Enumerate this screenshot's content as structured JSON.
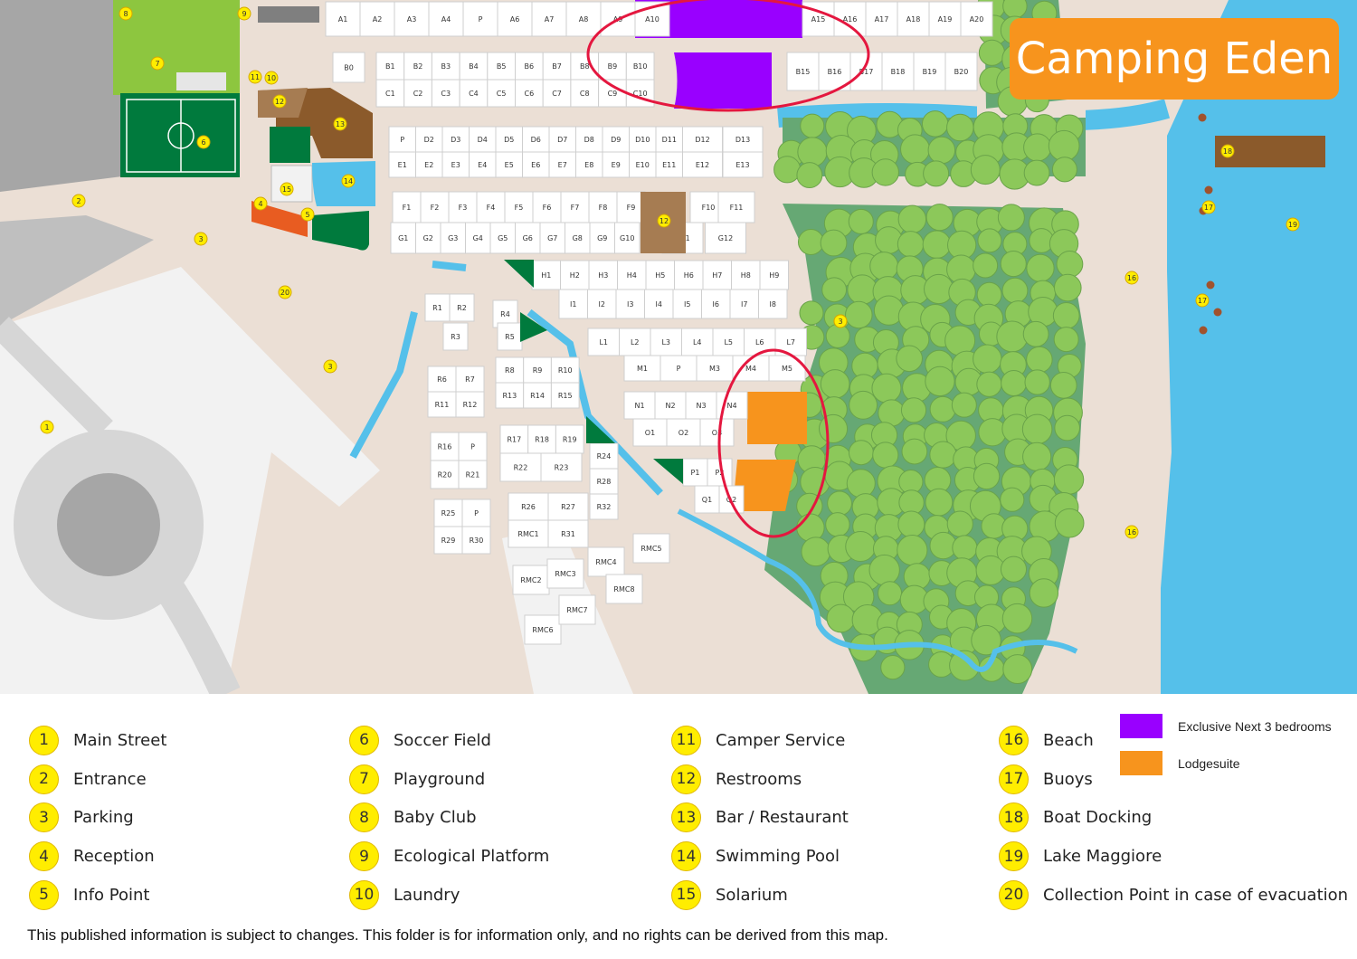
{
  "title": "Camping Eden",
  "colors": {
    "exclusive_next": "#9900ff",
    "lodgesuite": "#f7941d",
    "marker_yellow": "#ffed00",
    "lake": "#55c0ea",
    "forest": "#66a874",
    "tree": "#8cc85a",
    "ground": "#ebdfd5",
    "road": "#d6d6d6",
    "highlight_ring": "#e4173f"
  },
  "pitch_rows": [
    [
      "A1",
      "A2",
      "A3",
      "A4",
      "P",
      "A6",
      "A7",
      "A8",
      "A9",
      "A10"
    ],
    [
      "A15",
      "A16",
      "A17",
      "A18",
      "A19",
      "A20"
    ],
    [
      "B0"
    ],
    [
      "B1",
      "B2",
      "B3",
      "B4",
      "B5",
      "B6",
      "B7",
      "B8",
      "B9",
      "B10"
    ],
    [
      "C1",
      "C2",
      "C3",
      "C4",
      "C5",
      "C6",
      "C7",
      "C8",
      "C9",
      "C10"
    ],
    [
      "B15",
      "B16",
      "B17",
      "B18",
      "B19",
      "B20"
    ],
    [
      "P",
      "D2",
      "D3",
      "D4",
      "D5",
      "D6",
      "D7",
      "D8",
      "D9",
      "D10",
      "D11",
      "D12",
      "D13"
    ],
    [
      "E1",
      "E2",
      "E3",
      "E4",
      "E5",
      "E6",
      "E7",
      "E8",
      "E9",
      "E10",
      "E11",
      "E12",
      "E13"
    ],
    [
      "F1",
      "F2",
      "F3",
      "F4",
      "F5",
      "F6",
      "F7",
      "F8",
      "F9",
      "F10",
      "F11"
    ],
    [
      "G1",
      "G2",
      "G3",
      "G4",
      "G5",
      "G6",
      "G7",
      "G8",
      "G9",
      "G10",
      "G11",
      "G12"
    ],
    [
      "H1",
      "H2",
      "H3",
      "H4",
      "H5",
      "H6",
      "H7",
      "H8",
      "H9"
    ],
    [
      "I1",
      "I2",
      "I3",
      "I4",
      "I5",
      "I6",
      "I7",
      "I8"
    ],
    [
      "L1",
      "L2",
      "L3",
      "L4",
      "L5",
      "L6",
      "L7"
    ],
    [
      "M1",
      "P",
      "M3",
      "M4",
      "M5"
    ],
    [
      "N1",
      "N2",
      "N3",
      "N4"
    ],
    [
      "O1",
      "O2",
      "O3"
    ],
    [
      "P1",
      "P2"
    ],
    [
      "Q1",
      "Q2"
    ],
    [
      "R1",
      "R2",
      "R3",
      "R4",
      "R5"
    ],
    [
      "R6",
      "R7",
      "R11",
      "R12"
    ],
    [
      "R8",
      "R9",
      "R10",
      "R13",
      "R14",
      "R15"
    ],
    [
      "R16",
      "P",
      "R20",
      "R21"
    ],
    [
      "R17",
      "R18",
      "R19",
      "R22",
      "R23"
    ],
    [
      "R24",
      "R28",
      "R32"
    ],
    [
      "R25",
      "P",
      "R29",
      "R30"
    ],
    [
      "R26",
      "R27",
      "RMC1",
      "R31"
    ],
    [
      "RMC2",
      "RMC3",
      "RMC4",
      "RMC5",
      "RMC6",
      "RMC7",
      "RMC8"
    ]
  ],
  "map_markers": [
    "1",
    "2",
    "3",
    "3",
    "3",
    "4",
    "5",
    "6",
    "7",
    "8",
    "9",
    "10",
    "11",
    "12",
    "12",
    "13",
    "14",
    "15",
    "16",
    "16",
    "17",
    "17",
    "18",
    "19",
    "20",
    "3"
  ],
  "legend": [
    {
      "number": "1",
      "label": "Main Street"
    },
    {
      "number": "2",
      "label": "Entrance"
    },
    {
      "number": "3",
      "label": "Parking"
    },
    {
      "number": "4",
      "label": "Reception"
    },
    {
      "number": "5",
      "label": "Info Point"
    },
    {
      "number": "6",
      "label": "Soccer Field"
    },
    {
      "number": "7",
      "label": "Playground"
    },
    {
      "number": "8",
      "label": "Baby Club"
    },
    {
      "number": "9",
      "label": "Ecological Platform"
    },
    {
      "number": "10",
      "label": "Laundry"
    },
    {
      "number": "11",
      "label": "Camper Service"
    },
    {
      "number": "12",
      "label": "Restrooms"
    },
    {
      "number": "13",
      "label": "Bar / Restaurant"
    },
    {
      "number": "14",
      "label": "Swimming Pool"
    },
    {
      "number": "15",
      "label": "Solarium"
    },
    {
      "number": "16",
      "label": "Beach"
    },
    {
      "number": "17",
      "label": "Buoys"
    },
    {
      "number": "18",
      "label": "Boat Docking"
    },
    {
      "number": "19",
      "label": "Lake Maggiore"
    },
    {
      "number": "20",
      "label": "Collection Point in case of evacuation"
    }
  ],
  "accommodation_key": [
    {
      "label": "Exclusive Next  3 bedrooms",
      "color": "#9900ff"
    },
    {
      "label": "Lodgesuite",
      "color": "#f7941d"
    }
  ],
  "disclaimer": "This published information is subject to changes. This folder is for information only, and no rights can be derived from this map."
}
